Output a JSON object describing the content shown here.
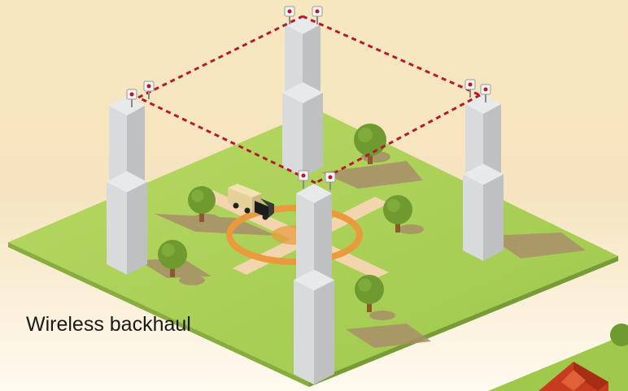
{
  "caption": "Wireless backhaul",
  "colors": {
    "background": "#f6e6c0",
    "ground": "#a9cf55",
    "ground_edge": "#86ad3e",
    "road": "#f2d5ac",
    "roundabout": "#e89a3c",
    "tower_light": "#d9dadc",
    "tower_mid": "#bfc0c2",
    "tower_dark": "#a3a4a6",
    "link_line": "#b5192d",
    "tree_crown": "#6e9a30",
    "shadow": "#a98f6a",
    "roof": "#c63c1e"
  },
  "icons": [
    "antenna-icon",
    "tree-icon",
    "truck-icon",
    "house-icon"
  ],
  "links": [
    {
      "from": "tower-top",
      "to": "tower-right"
    },
    {
      "from": "tower-right",
      "to": "tower-front"
    },
    {
      "from": "tower-front",
      "to": "tower-left"
    },
    {
      "from": "tower-left",
      "to": "tower-top"
    }
  ]
}
